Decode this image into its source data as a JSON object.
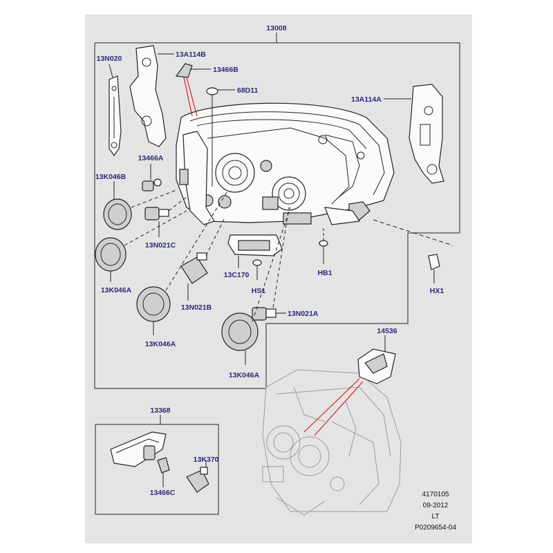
{
  "labels": {
    "assembly": "13008",
    "n13N020": "13N020",
    "n13A114B": "13A114B",
    "n13466B": "13466B",
    "n68D11": "68D11",
    "n13A114A": "13A114A",
    "n13466A": "13466A",
    "n13K046B": "13K046B",
    "n13N021C": "13N021C",
    "n13K046A_1": "13K046A",
    "n13N021B": "13N021B",
    "n13K046A_2": "13K046A",
    "n13C170": "13C170",
    "nHS1": "HS1",
    "nHB1": "HB1",
    "nHX1": "HX1",
    "n13N021A": "13N021A",
    "n13K046A_3": "13K046A",
    "n14536": "14536",
    "n13368": "13368",
    "n13K370": "13K370",
    "n13466C": "13466C"
  },
  "meta": {
    "line1": "4170105",
    "line2": "09-2012",
    "line3": "LT",
    "line4": "P0209654-04"
  },
  "colors": {
    "label": "#2a2a7a",
    "panel": "#e4e4e4",
    "highlight": "#d42020"
  }
}
